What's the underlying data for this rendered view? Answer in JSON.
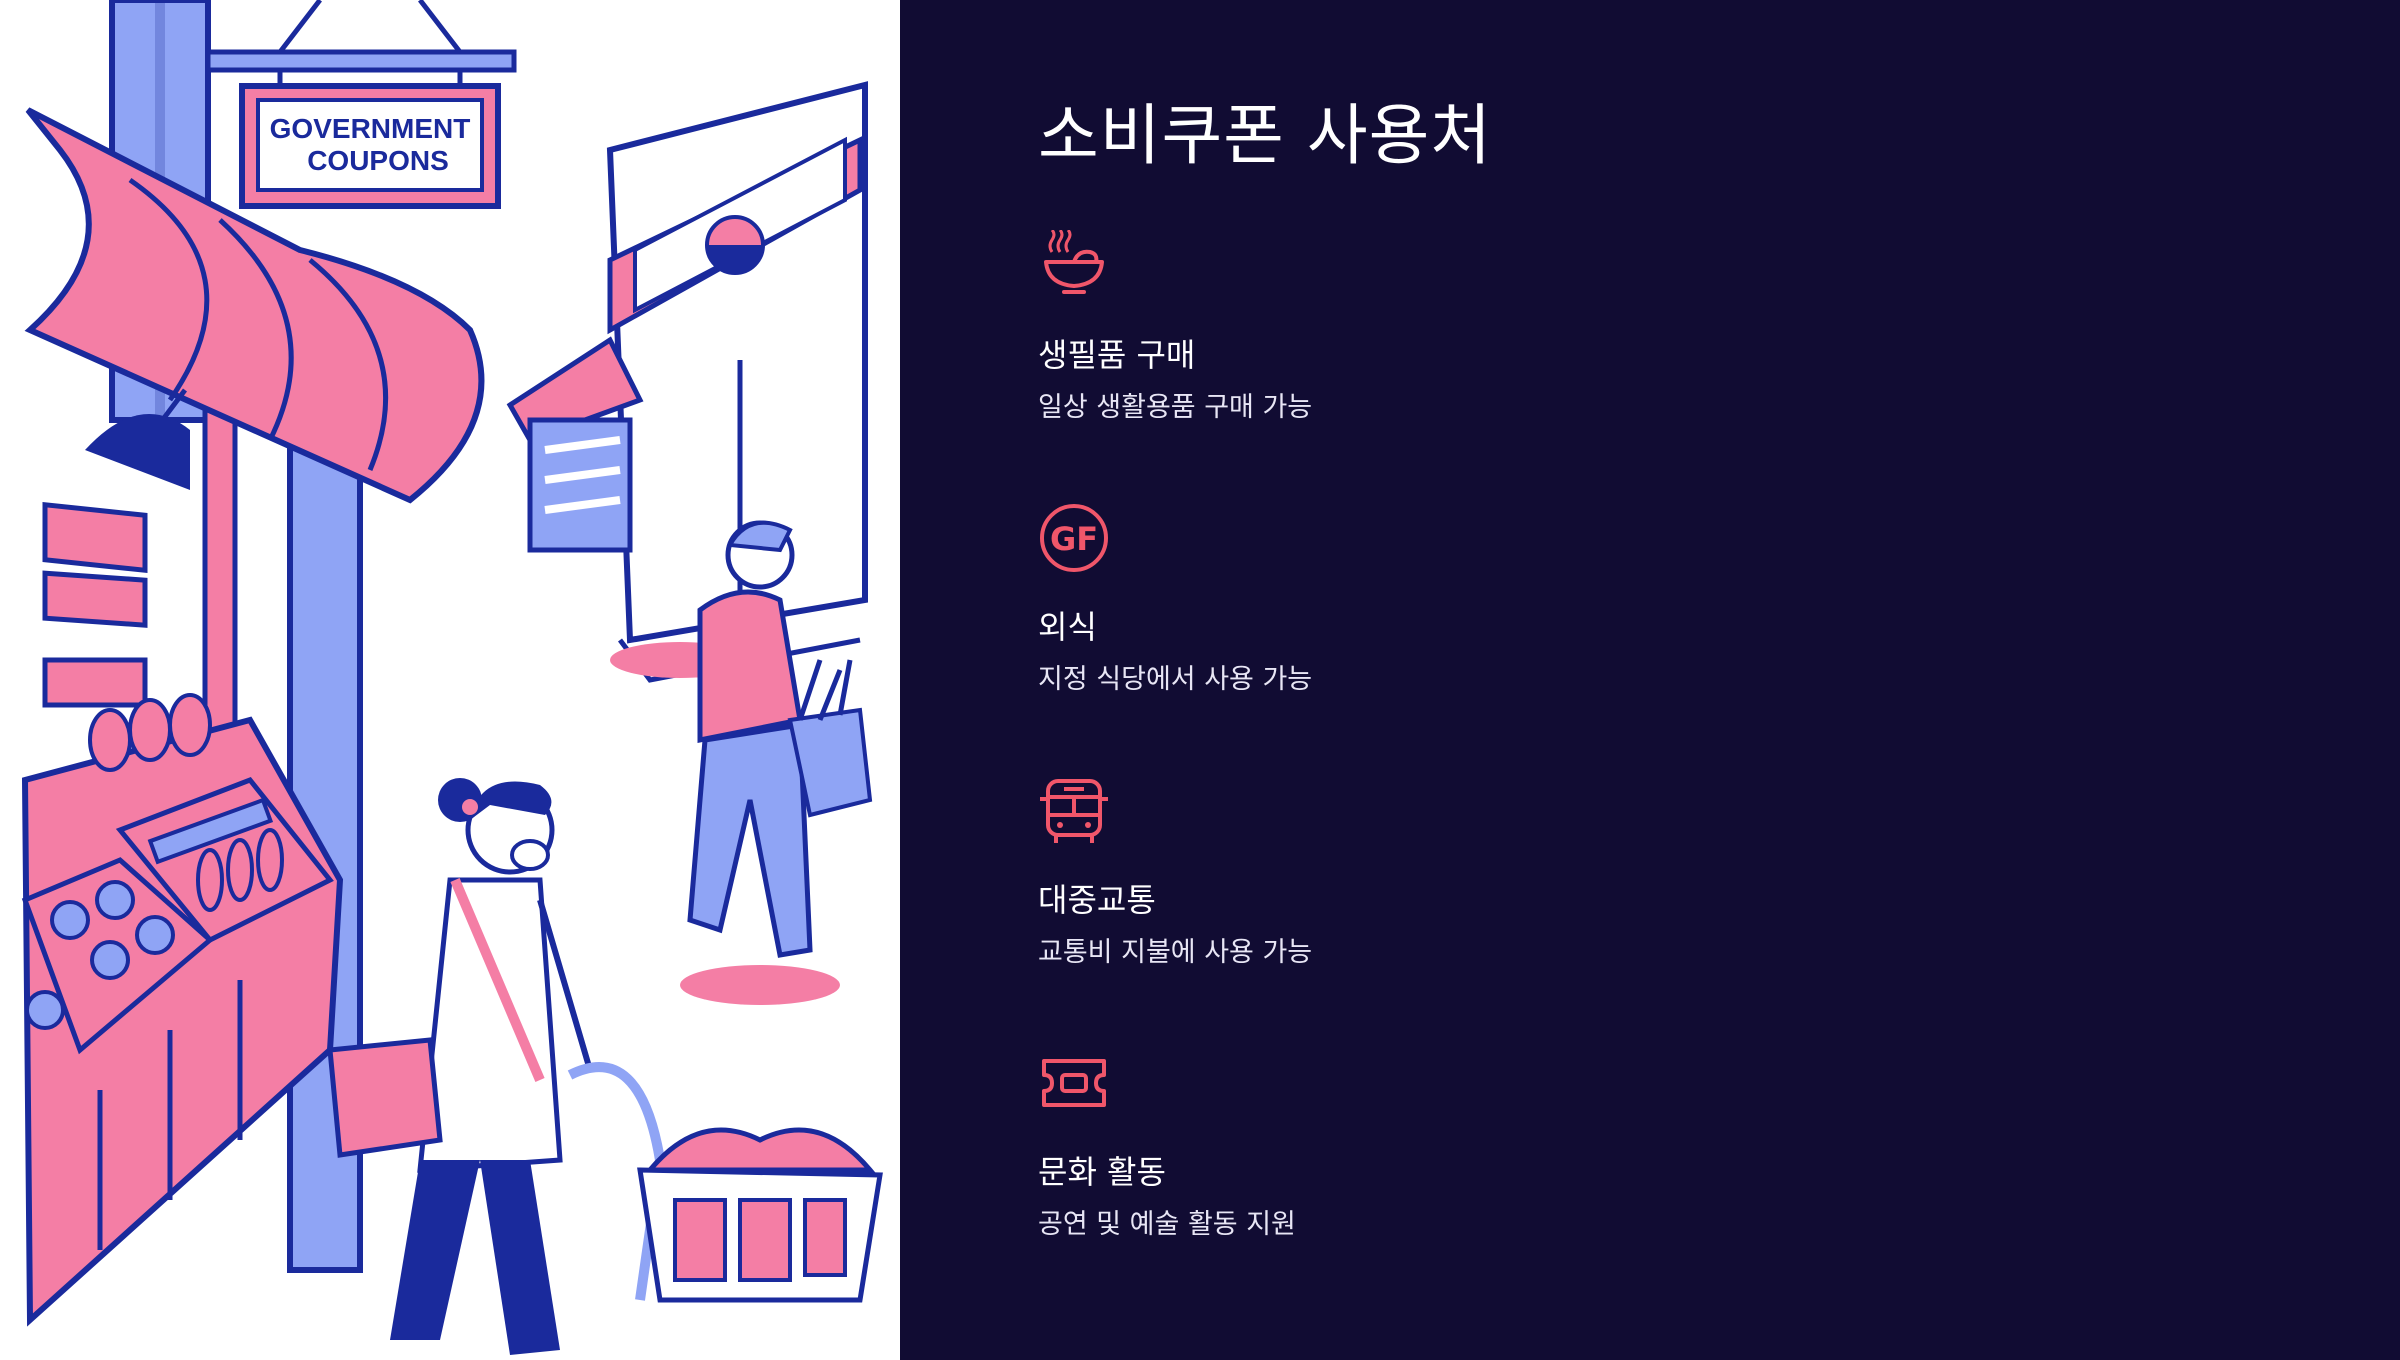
{
  "page": {
    "title": "소비쿠폰 사용처",
    "background": "#110c33",
    "accent": "#f0566a"
  },
  "illustration": {
    "sign_line1": "GOVERNMENT",
    "sign_line2": "COUPONS"
  },
  "items": [
    {
      "icon": "food-bowl-icon",
      "label": "생필품 구매",
      "desc": "일상 생활용품 구매 가능"
    },
    {
      "icon": "gf-badge-icon",
      "label": "외식",
      "desc": "지정 식당에서 사용 가능"
    },
    {
      "icon": "bus-icon",
      "label": "대중교통",
      "desc": "교통비 지불에 사용 가능"
    },
    {
      "icon": "ticket-icon",
      "label": "문화 활동",
      "desc": "공연 및 예술 활동 지원"
    }
  ]
}
